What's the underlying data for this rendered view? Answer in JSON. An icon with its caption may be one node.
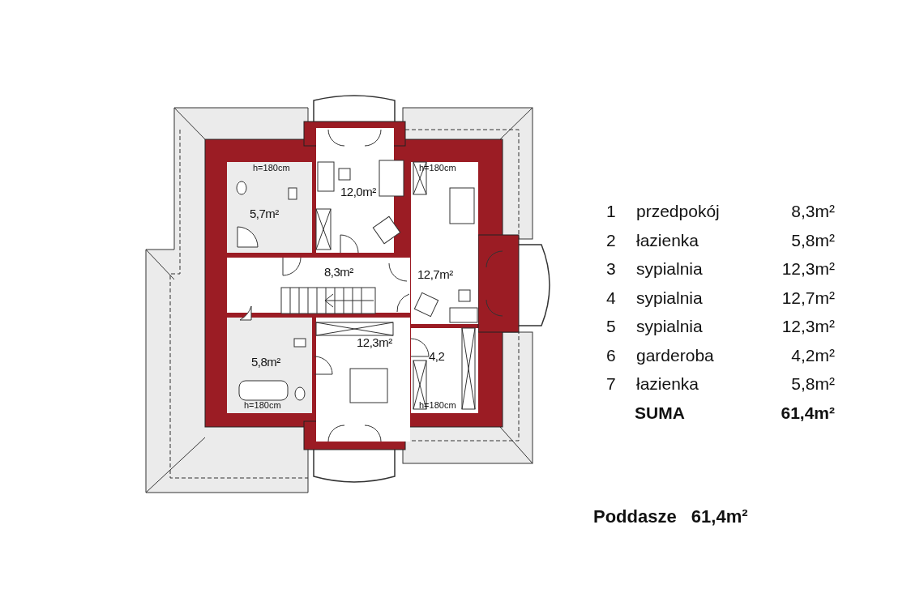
{
  "diagram": {
    "caption": "Poddasze 61,4m²",
    "nodes": [
      {
        "text": [
          "12,0m²"
        ]
      },
      {
        "text": [
          "5,7m²"
        ]
      },
      {
        "text": [
          "8,3m²"
        ]
      },
      {
        "text": [
          "12,7m²"
        ]
      },
      {
        "text": [
          "12,3m²"
        ]
      },
      {
        "text": [
          "4,2"
        ]
      },
      {
        "text": [
          "5,8m²"
        ]
      }
    ],
    "labels": [
      "h=180cm",
      "h=180cm",
      "h=180cm",
      "h=180cm",
      "1",
      "przedpokój",
      "8,3m²",
      "2",
      "łazienka",
      "5,8m²",
      "3",
      "sypialnia",
      "12,3m²",
      "4",
      "sypialnia",
      "12,7m²",
      "5",
      "sypialnia",
      "12,3m²",
      "6",
      "garderoba",
      "4,2m²",
      "7",
      "łazienka",
      "5,8m²",
      "SUMA",
      "61,4m²"
    ]
  }
}
